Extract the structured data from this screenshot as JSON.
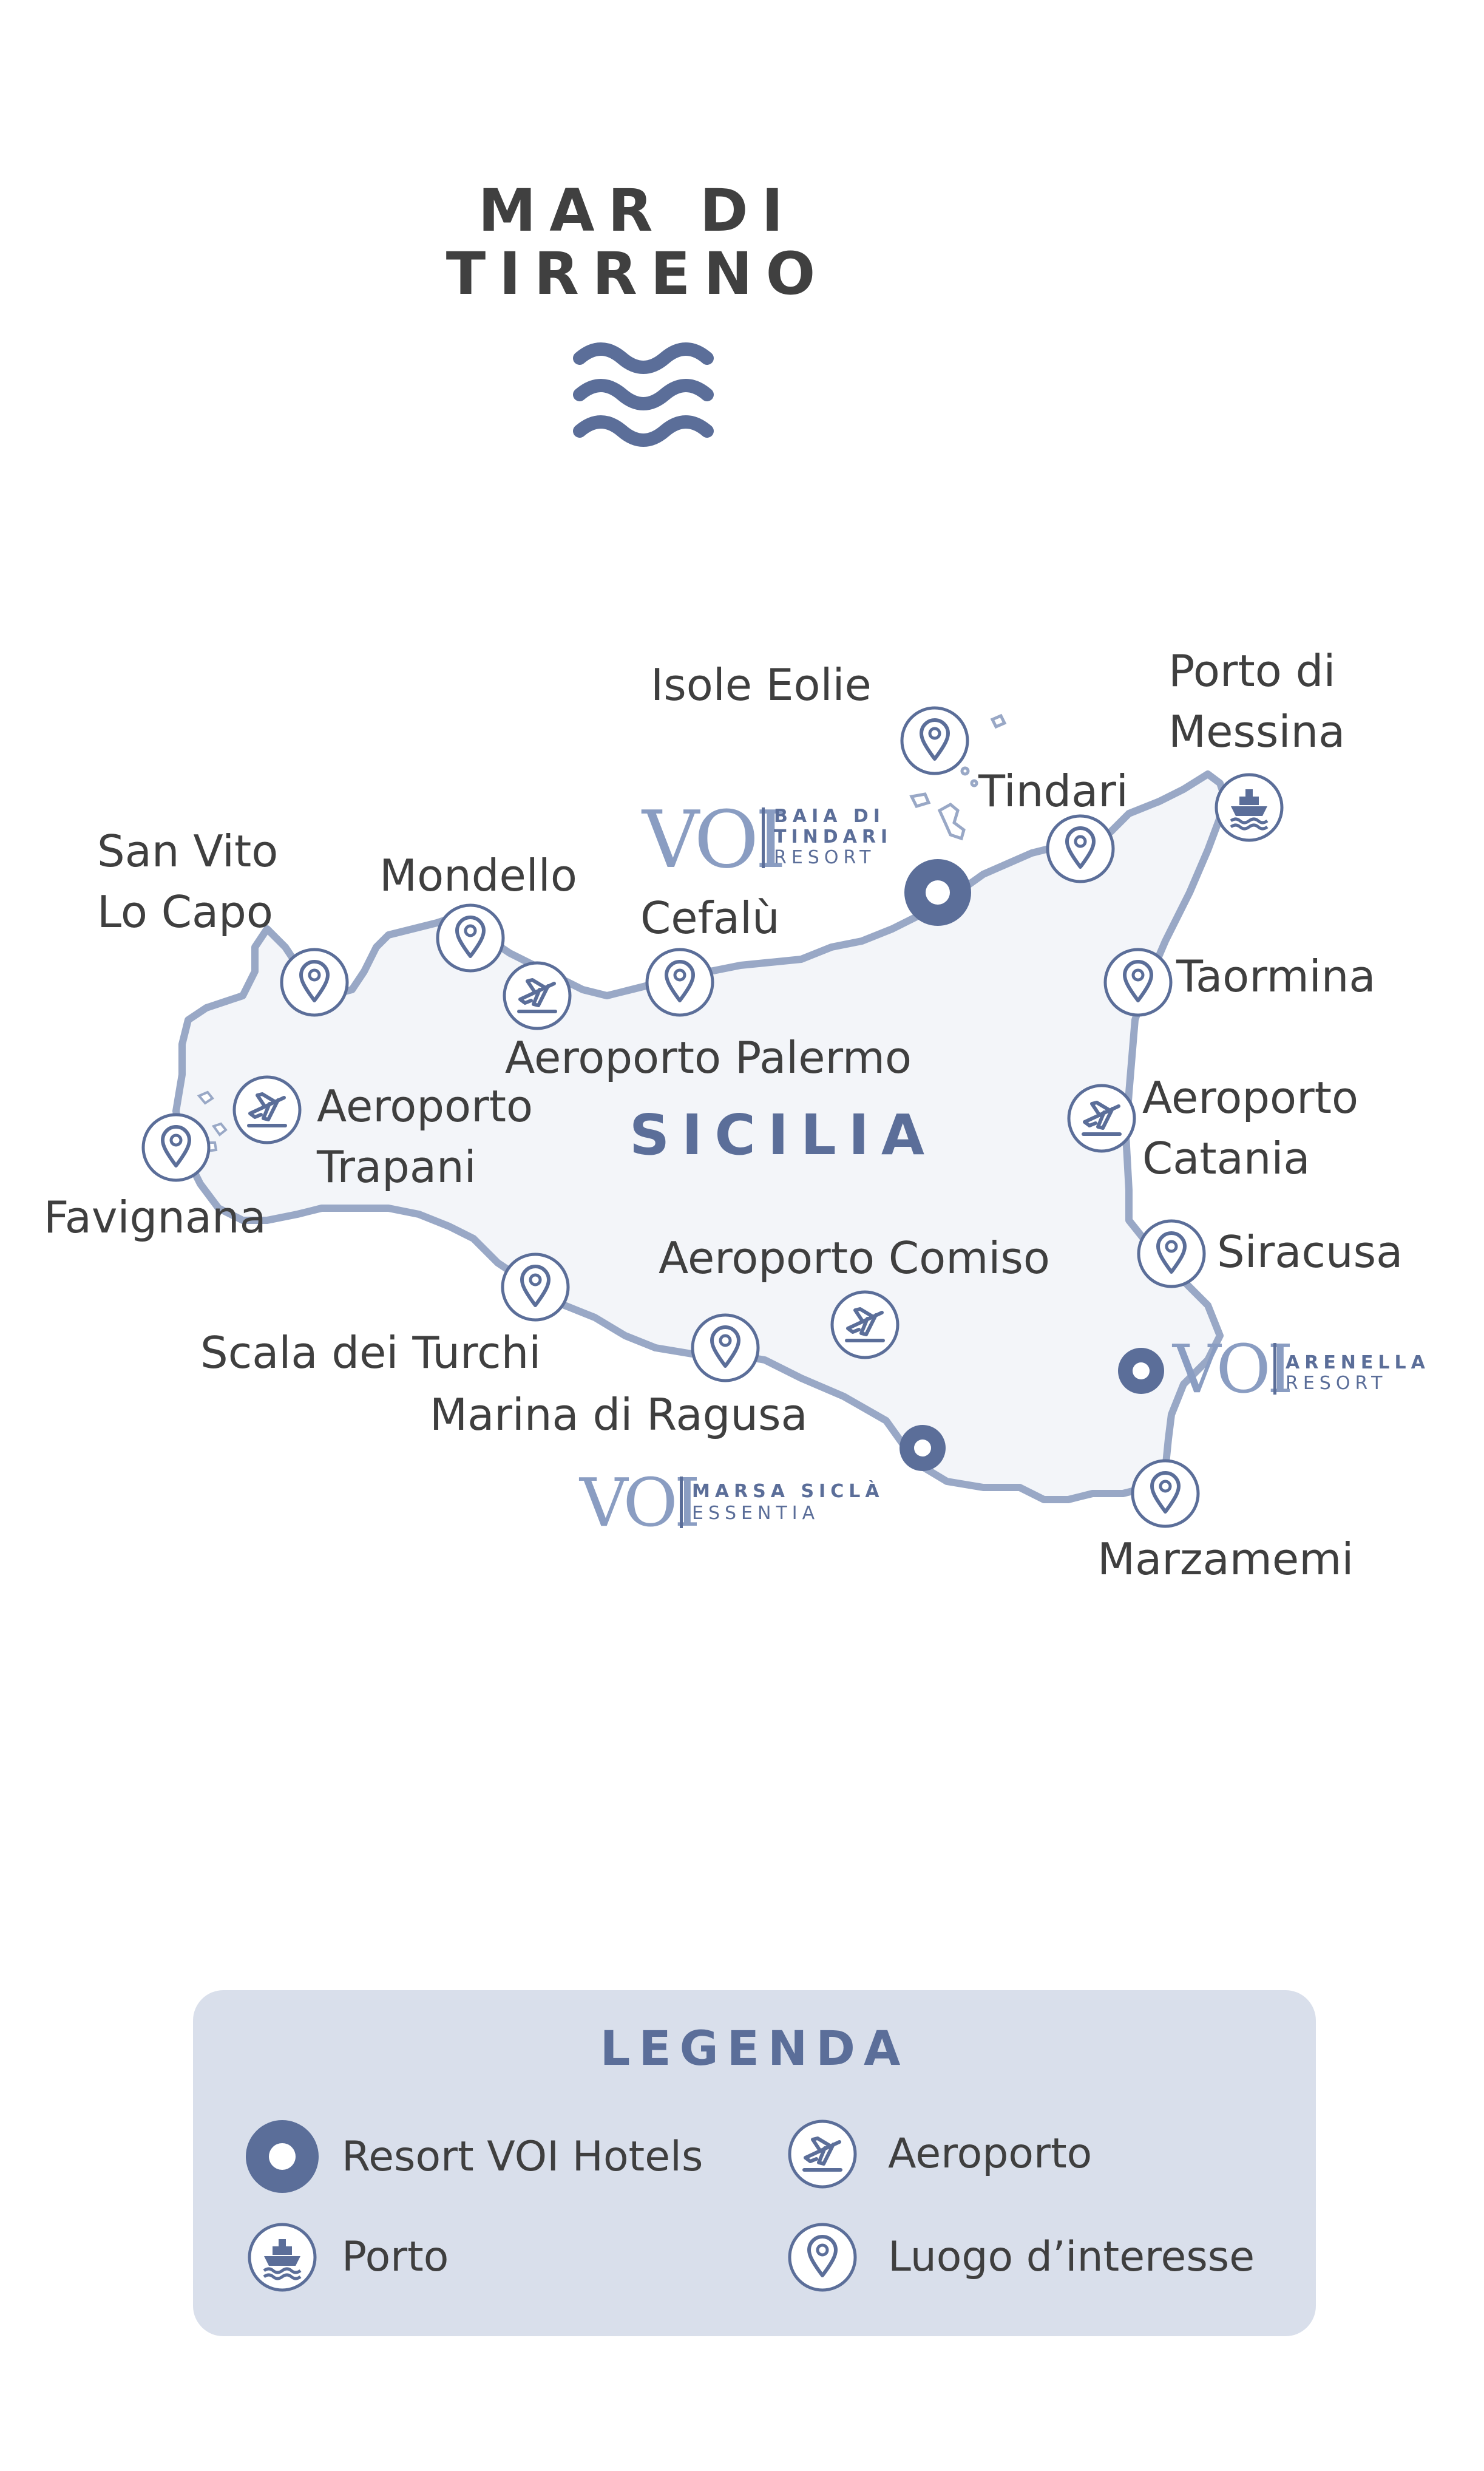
{
  "sea": {
    "line1": "MAR DI",
    "line2": "TIRRENO"
  },
  "island": "SICILIA",
  "places": {
    "isole_eolie": "Isole Eolie",
    "porto_messina_1": "Porto di",
    "porto_messina_2": "Messina",
    "tindari": "Tindari",
    "san_vito_1": "San Vito",
    "san_vito_2": "Lo Capo",
    "mondello": "Mondello",
    "cefalu": "Cefalù",
    "taormina": "Taormina",
    "aeroporto_palermo": "Aeroporto Palermo",
    "aeroporto_trapani_1": "Aeroporto",
    "aeroporto_trapani_2": "Trapani",
    "aeroporto_catania_1": "Aeroporto",
    "aeroporto_catania_2": "Catania",
    "favignana": "Favignana",
    "aeroporto_comiso": "Aeroporto Comiso",
    "siracusa": "Siracusa",
    "scala_dei_turchi": "Scala dei Turchi",
    "marina_di_ragusa": "Marina di Ragusa",
    "marzamemi": "Marzamemi"
  },
  "resorts": {
    "brand": "VOI",
    "tindari": {
      "line1": "BAIA DI",
      "line2": "TINDARI",
      "line3": "RESORT"
    },
    "arenella": {
      "line1": "ARENELLA",
      "line2": "RESORT"
    },
    "marsa": {
      "line1": "MARSA SICLÀ",
      "line2": "ESSENTIA"
    }
  },
  "legend": {
    "title": "LEGENDA",
    "resort": "Resort VOI Hotels",
    "airport": "Aeroporto",
    "port": "Porto",
    "poi": "Luogo d’interesse"
  },
  "colors": {
    "accent": "#5b6e99",
    "coast": "#99a8c6",
    "land": "#f3f5f9",
    "legend_bg": "#d9dfeb",
    "text": "#3f3f3f"
  },
  "icons": [
    "waves-icon",
    "map-pin-icon",
    "plane-icon",
    "ship-icon",
    "resort-dot-icon"
  ]
}
